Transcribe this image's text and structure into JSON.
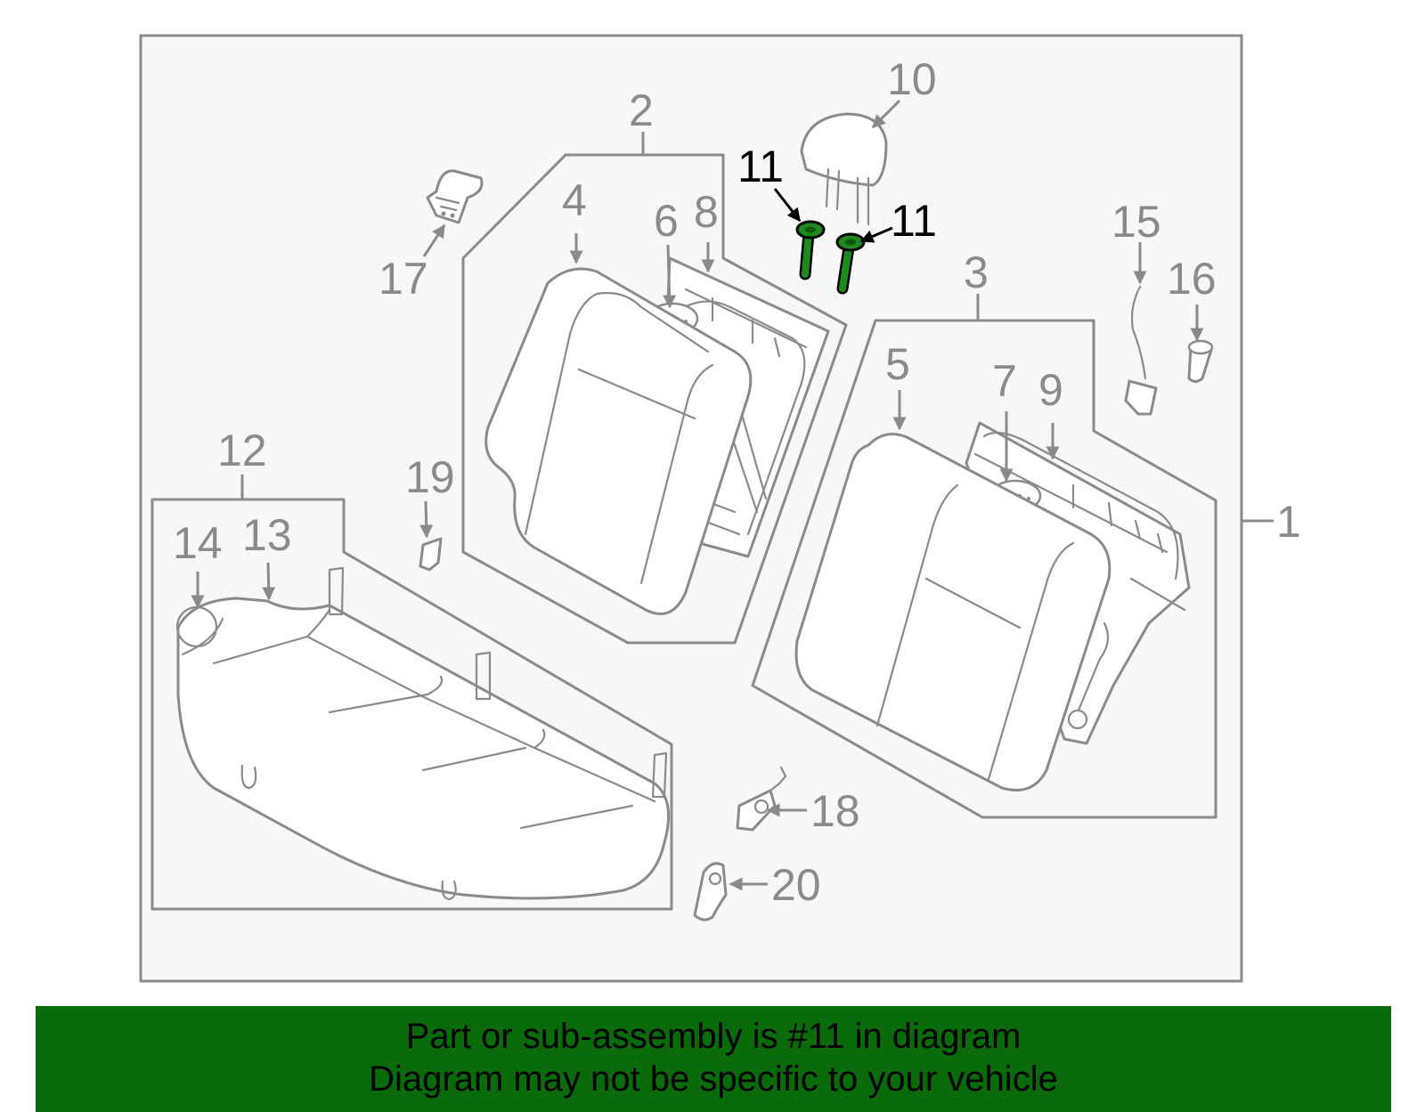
{
  "diagram": {
    "background": "#f7f7f7",
    "outline_color": "#8a8a8a",
    "highlight_color": "#1f8a1f",
    "callouts": [
      "1",
      "2",
      "3",
      "4",
      "5",
      "6",
      "7",
      "8",
      "9",
      "10",
      "11",
      "11",
      "12",
      "13",
      "14",
      "15",
      "16",
      "17",
      "18",
      "19",
      "20"
    ]
  },
  "banner": {
    "background": "#0a6b0a",
    "line1": "Part or sub-assembly is #11 in diagram",
    "line2": "Diagram may not be specific to your vehicle"
  }
}
